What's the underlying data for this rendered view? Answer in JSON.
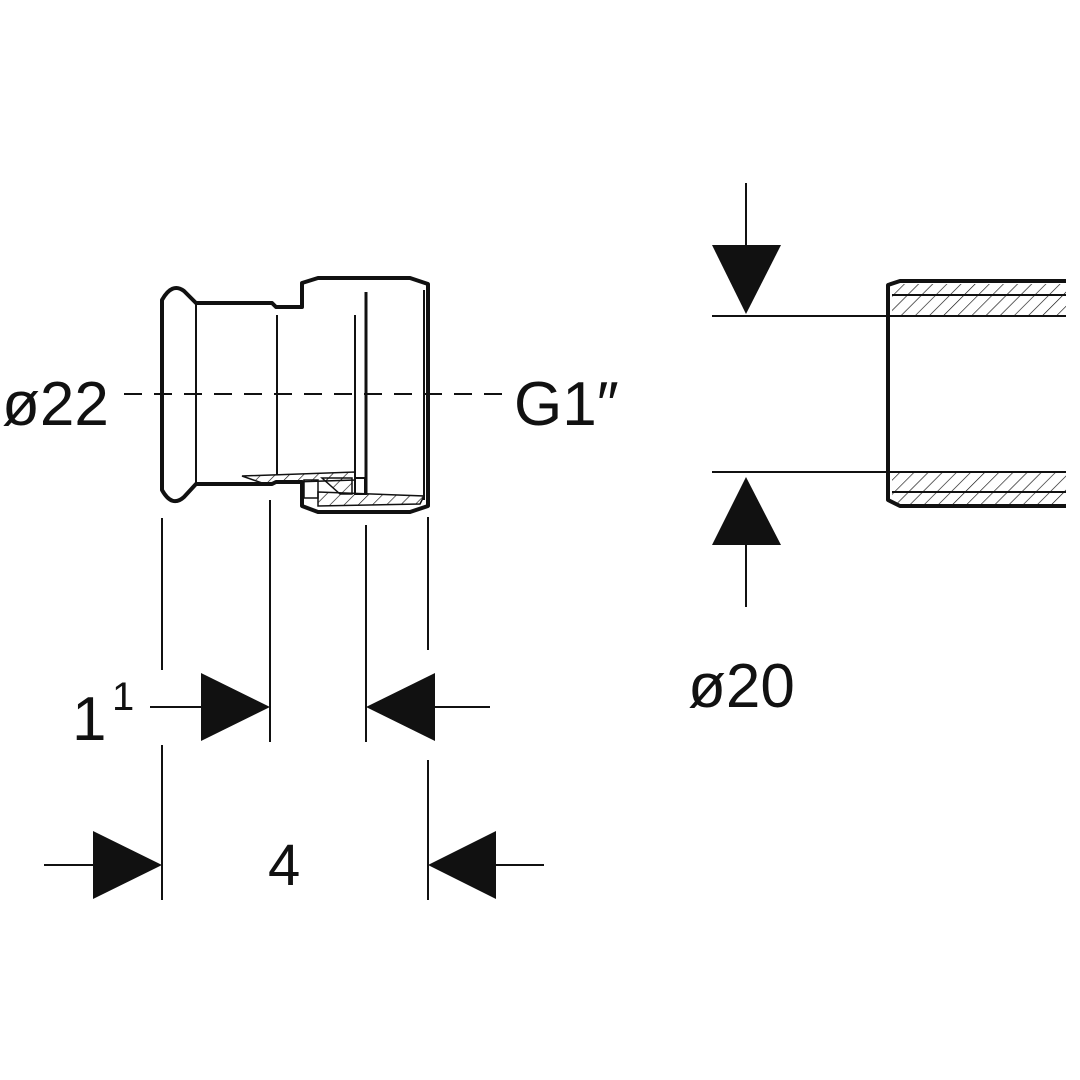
{
  "labels": {
    "left_diameter": "ø22",
    "thread": "G1″",
    "dim_small_main": "1",
    "dim_small_sup": "1",
    "dim_total": "4",
    "right_diameter": "ø20"
  },
  "colors": {
    "ink": "#111111",
    "background": "#ffffff"
  }
}
